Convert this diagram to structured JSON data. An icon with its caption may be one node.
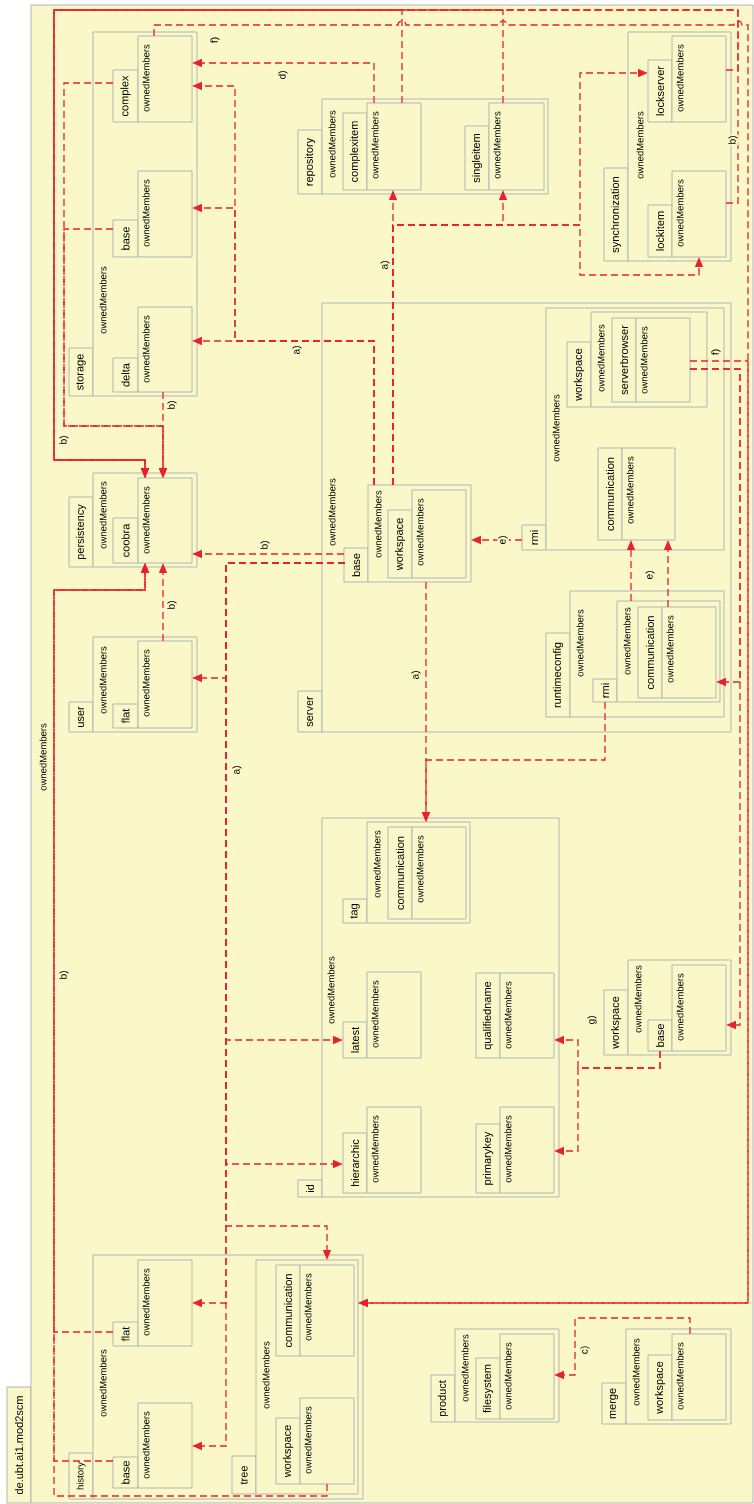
{
  "diagram": {
    "nodes": [
      {
        "text": [
          "de.ubt.ai1.mod2scm",
          "ownedMembers"
        ]
      },
      {
        "text": [
          "storage",
          "ownedMembers"
        ],
        "in": 0
      },
      {
        "text": [
          "complex",
          "ownedMembers"
        ],
        "in": 1
      },
      {
        "text": [
          "base",
          "ownedMembers"
        ],
        "in": 1
      },
      {
        "text": [
          "delta",
          "ownedMembers"
        ],
        "in": 1
      },
      {
        "text": [
          "repository",
          "ownedMembers"
        ],
        "in": 0
      },
      {
        "text": [
          "complexitem",
          "ownedMembers"
        ],
        "in": 5
      },
      {
        "text": [
          "singleitem",
          "ownedMembers"
        ],
        "in": 5
      },
      {
        "text": [
          "synchronization",
          "ownedMembers"
        ],
        "in": 0
      },
      {
        "text": [
          "lockserver",
          "ownedMembers"
        ],
        "in": 8
      },
      {
        "text": [
          "lockitem",
          "ownedMembers"
        ],
        "in": 8
      },
      {
        "text": [
          "persistency",
          "ownedMembers"
        ],
        "in": 0
      },
      {
        "text": [
          "coobra",
          "ownedMembers"
        ],
        "in": 11
      },
      {
        "text": [
          "server",
          "ownedMembers"
        ],
        "in": 0
      },
      {
        "text": [
          "base",
          "ownedMembers"
        ],
        "in": 13
      },
      {
        "text": [
          "workspace",
          "ownedMembers"
        ],
        "in": 14
      },
      {
        "text": [
          "rmi",
          "ownedMembers"
        ],
        "in": 13
      },
      {
        "text": [
          "workspace",
          "ownedMembers"
        ],
        "in": 16
      },
      {
        "text": [
          "serverbrowser",
          "ownedMembers"
        ],
        "in": 17
      },
      {
        "text": [
          "communication",
          "ownedMembers"
        ],
        "in": 16
      },
      {
        "text": [
          "runtimeconfig",
          "ownedMembers"
        ],
        "in": 13
      },
      {
        "text": [
          "rmi",
          "ownedMembers"
        ],
        "in": 20
      },
      {
        "text": [
          "communication",
          "ownedMembers"
        ],
        "in": 21
      },
      {
        "text": [
          "user",
          "ownedMembers"
        ],
        "in": 0
      },
      {
        "text": [
          "flat",
          "ownedMembers"
        ],
        "in": 23
      },
      {
        "text": [
          "id",
          "ownedMembers"
        ],
        "in": 0
      },
      {
        "text": [
          "tag",
          "ownedMembers"
        ],
        "in": 25
      },
      {
        "text": [
          "communication",
          "ownedMembers"
        ],
        "in": 26
      },
      {
        "text": [
          "latest",
          "ownedMembers"
        ],
        "in": 25
      },
      {
        "text": [
          "qualifiedname",
          "ownedMembers"
        ],
        "in": 25
      },
      {
        "text": [
          "hierarchic",
          "ownedMembers"
        ],
        "in": 25
      },
      {
        "text": [
          "primarykey",
          "ownedMembers"
        ],
        "in": 25
      },
      {
        "text": [
          "workspace",
          "ownedMembers"
        ],
        "in": 0
      },
      {
        "text": [
          "base",
          "ownedMembers"
        ],
        "in": 32
      },
      {
        "text": [
          "history",
          "ownedMembers"
        ],
        "in": 0
      },
      {
        "text": [
          "flat",
          "ownedMembers"
        ],
        "in": 34
      },
      {
        "text": [
          "base",
          "ownedMembers"
        ],
        "in": 34
      },
      {
        "text": [
          "tree",
          "ownedMembers"
        ],
        "in": 34
      },
      {
        "text": [
          "communication",
          "ownedMembers"
        ],
        "in": 37
      },
      {
        "text": [
          "workspace",
          "ownedMembers"
        ],
        "in": 37
      },
      {
        "text": [
          "product",
          "ownedMembers"
        ],
        "in": 0
      },
      {
        "text": [
          "filesystem",
          "ownedMembers"
        ],
        "in": 40
      },
      {
        "text": [
          "merge",
          "ownedMembers"
        ],
        "in": 0
      },
      {
        "text": [
          "workspace",
          "ownedMembers"
        ],
        "in": 42
      }
    ],
    "edges": [
      {
        "from": 6,
        "to": 2,
        "arrow": "to",
        "label": "d)"
      },
      {
        "from": 14,
        "to": 2,
        "arrow": "to"
      },
      {
        "from": 14,
        "to": 3,
        "arrow": "to"
      },
      {
        "from": 14,
        "to": 4,
        "arrow": "to",
        "label": "a)"
      },
      {
        "from": 14,
        "to": 6,
        "arrow": "to",
        "label": "a)"
      },
      {
        "from": 14,
        "to": 7,
        "arrow": "to"
      },
      {
        "from": 14,
        "to": 9,
        "arrow": "to"
      },
      {
        "from": 14,
        "to": 10,
        "arrow": "to"
      },
      {
        "from": 2,
        "to": 12,
        "arrow": "to"
      },
      {
        "from": 3,
        "to": 12,
        "arrow": "to"
      },
      {
        "from": 4,
        "to": 12,
        "arrow": "to",
        "label": "b)"
      },
      {
        "from": 6,
        "to": 12,
        "arrow": "to",
        "label": "b)"
      },
      {
        "from": 7,
        "to": 12,
        "arrow": "to"
      },
      {
        "from": 9,
        "to": 12,
        "arrow": "to"
      },
      {
        "from": 10,
        "to": 12,
        "arrow": "to",
        "label": "b)"
      },
      {
        "from": 14,
        "to": 12,
        "arrow": "to",
        "label": "b)"
      },
      {
        "from": 14,
        "to": 24,
        "arrow": "to"
      },
      {
        "from": 14,
        "to": 28,
        "arrow": "to",
        "label": "a)"
      },
      {
        "from": 14,
        "to": 30,
        "arrow": "to"
      },
      {
        "from": 14,
        "to": 37,
        "arrow": "to"
      },
      {
        "from": 14,
        "to": 35,
        "arrow": "to"
      },
      {
        "from": 14,
        "to": 36,
        "arrow": "to"
      },
      {
        "from": 36,
        "to": 12,
        "arrow": "to"
      },
      {
        "from": 35,
        "to": 12,
        "arrow": "to",
        "label": "b)"
      },
      {
        "from": 39,
        "to": 12,
        "arrow": "to"
      },
      {
        "from": 24,
        "to": 12,
        "arrow": "to",
        "label": "b)"
      },
      {
        "from": 16,
        "to": 14,
        "arrow": "to",
        "label": "e)"
      },
      {
        "from": 21,
        "to": 19,
        "arrow": "to",
        "label": "e)"
      },
      {
        "from": 22,
        "to": 19,
        "arrow": "to"
      },
      {
        "from": 14,
        "to": 26,
        "arrow": "to",
        "label": "a)"
      },
      {
        "from": 21,
        "to": 26,
        "arrow": "to"
      },
      {
        "from": 18,
        "to": 38,
        "arrow": "to",
        "label": "f)"
      },
      {
        "from": 2,
        "to": 38,
        "arrow": "to",
        "label": "f)"
      },
      {
        "from": 18,
        "to": 22,
        "arrow": "to"
      },
      {
        "from": 18,
        "to": 33,
        "arrow": "to"
      },
      {
        "from": 33,
        "to": 29,
        "arrow": "to",
        "label": "g)"
      },
      {
        "from": 33,
        "to": 31,
        "arrow": "to"
      },
      {
        "from": 43,
        "to": 41,
        "arrow": "to",
        "label": "c)"
      }
    ]
  }
}
